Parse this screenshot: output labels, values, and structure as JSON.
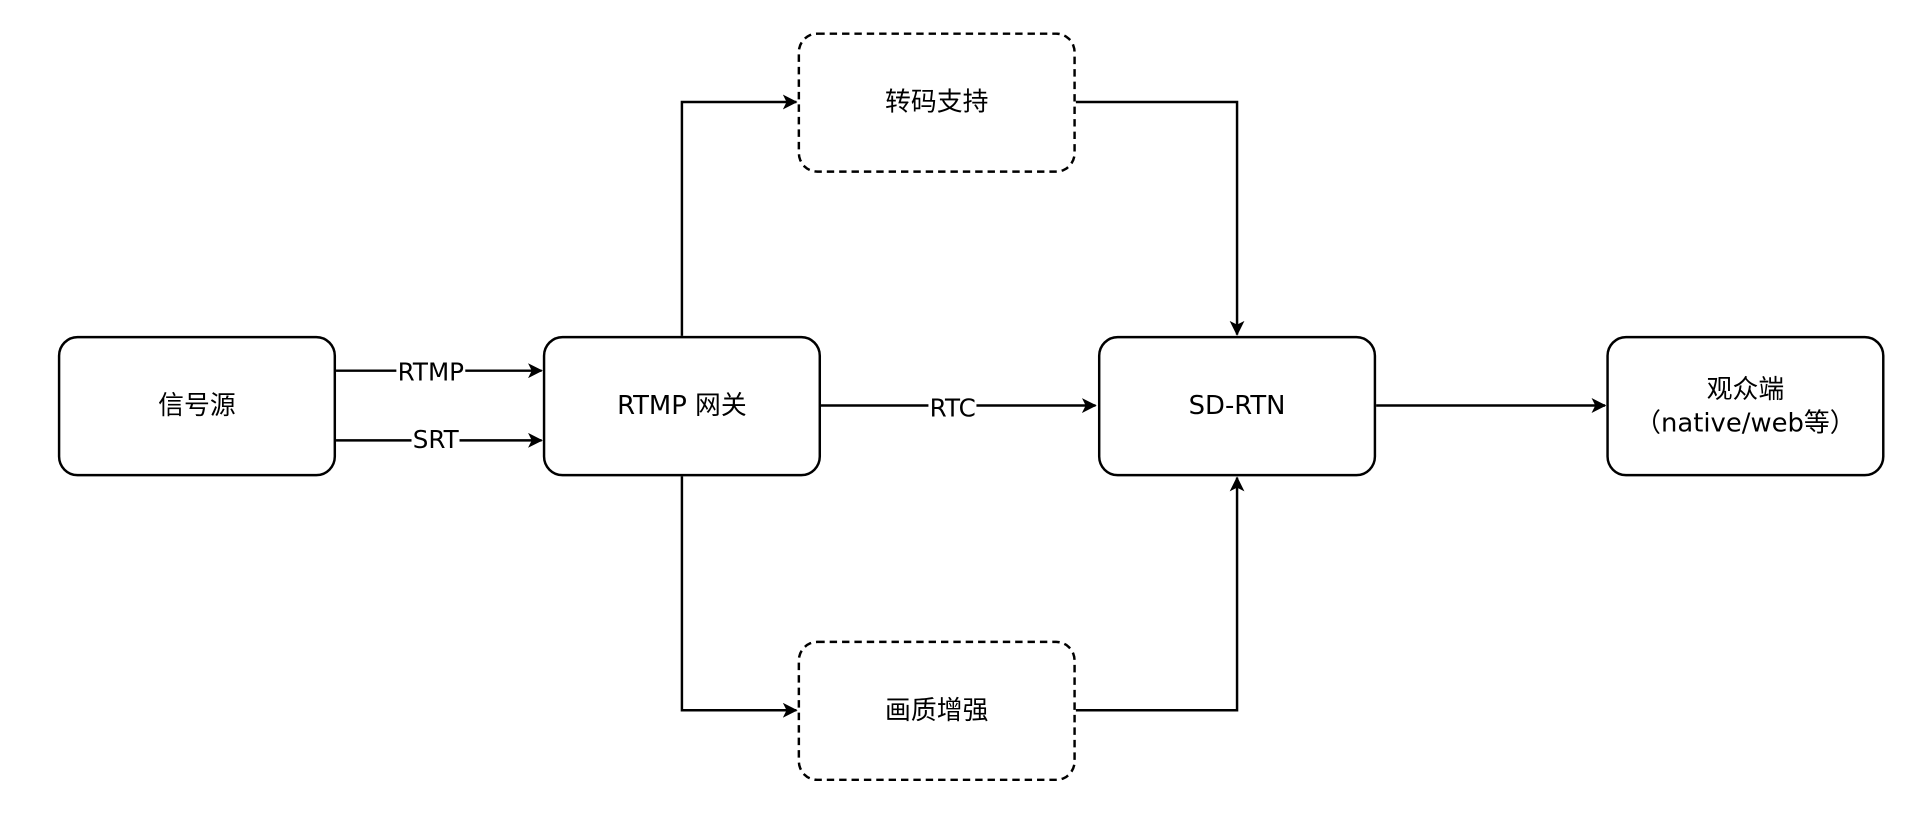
{
  "nodes": {
    "source": {
      "label": "信号源"
    },
    "gateway": {
      "label": "RTMP 网关"
    },
    "transcode": {
      "label": "转码支持"
    },
    "enhance": {
      "label": "画质增强"
    },
    "sdrtn": {
      "label": "SD-RTN"
    },
    "viewer": {
      "line1": "观众端",
      "line2": "（native/web等）"
    }
  },
  "edges": {
    "rtmp": {
      "label": "RTMP"
    },
    "srt": {
      "label": "SRT"
    },
    "rtc": {
      "label": "RTC"
    }
  }
}
